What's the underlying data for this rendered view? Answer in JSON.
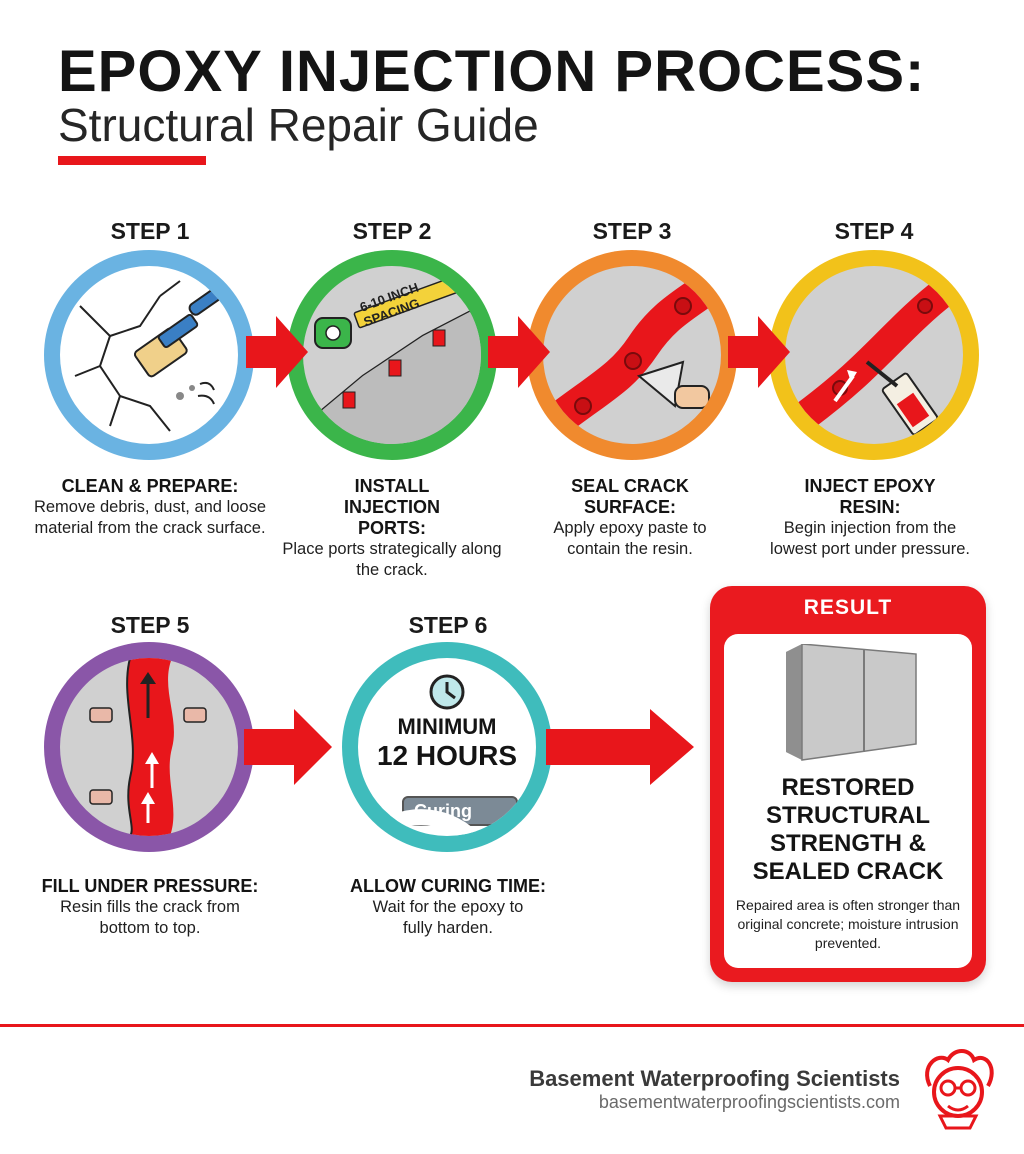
{
  "header": {
    "title": "EPOXY INJECTION PROCESS:",
    "subtitle": "Structural Repair Guide"
  },
  "colors": {
    "accent": "#e8161b",
    "step1": "#6ab3e2",
    "step2": "#3bb54a",
    "step3": "#f08a2e",
    "step4": "#f2c21a",
    "step5": "#8a56a8",
    "step6": "#3fbcbc"
  },
  "steps": [
    {
      "label": "STEP 1",
      "title": "CLEAN & PREPARE:",
      "text": "Remove debris, dust, and loose material from the crack surface.",
      "icon": "brush-icon"
    },
    {
      "label": "STEP 2",
      "title": "INSTALL INJECTION PORTS:",
      "text": "Place ports strategically along the crack.",
      "icon": "tape-measure-icon",
      "illustration_text": "6-10 INCH SPACING"
    },
    {
      "label": "STEP 3",
      "title": "SEAL CRACK SURFACE:",
      "text": "Apply epoxy paste to contain the resin.",
      "icon": "trowel-icon"
    },
    {
      "label": "STEP 4",
      "title": "INJECT EPOXY RESIN:",
      "text": "Begin injection from the lowest port under pressure.",
      "icon": "injection-gun-icon"
    },
    {
      "label": "STEP 5",
      "title": "FILL UNDER PRESSURE:",
      "text": "Resin fills the crack from bottom to top.",
      "icon": "arrow-up-icon"
    },
    {
      "label": "STEP 6",
      "title": "ALLOW CURING TIME:",
      "text": "Wait for the epoxy to fully harden.",
      "icon": "clock-icon",
      "timer_line1": "MINIMUM",
      "timer_line2": "12 HOURS",
      "badge": "Curing"
    }
  ],
  "result": {
    "heading": "RESULT",
    "title": "RESTORED STRUCTURAL STRENGTH & SEALED CRACK",
    "text": "Repaired area is often stronger than original concrete; moisture intrusion prevented.",
    "icon": "concrete-wall-icon"
  },
  "footer": {
    "brand": "Basement Waterproofing Scientists",
    "url": "basementwaterproofingscientists.com",
    "logo": "scientist-logo-icon"
  }
}
